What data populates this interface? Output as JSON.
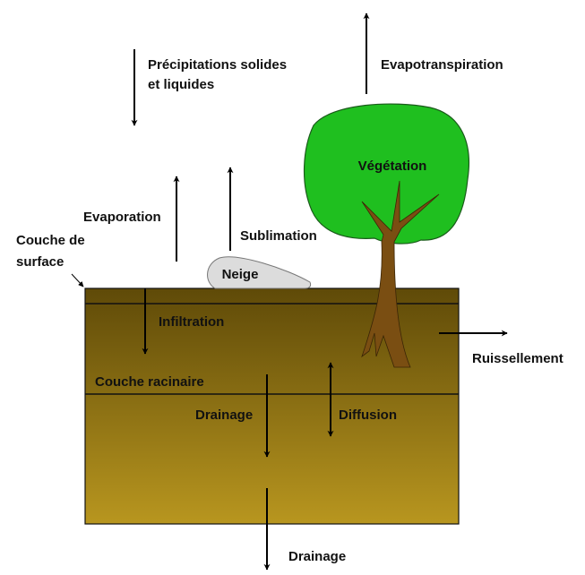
{
  "labels": {
    "precipitation_line1": "Précipitations solides",
    "precipitation_line2": "et liquides",
    "evapotranspiration": "Evapotranspiration",
    "vegetation": "Végétation",
    "evaporation": "Evaporation",
    "surface_layer_line1": "Couche de",
    "surface_layer_line2": "surface",
    "sublimation": "Sublimation",
    "snow": "Neige",
    "infiltration": "Infiltration",
    "root_layer": "Couche racinaire",
    "drainage_internal": "Drainage",
    "diffusion": "Diffusion",
    "runoff": "Ruissellement",
    "drainage_bottom": "Drainage"
  },
  "colors": {
    "soil_top": "#5f4a08",
    "soil_bottom": "#b8961f",
    "canopy": "#1fbf1f",
    "trunk": "#7a4e12",
    "snow": "#dcdcdc"
  }
}
